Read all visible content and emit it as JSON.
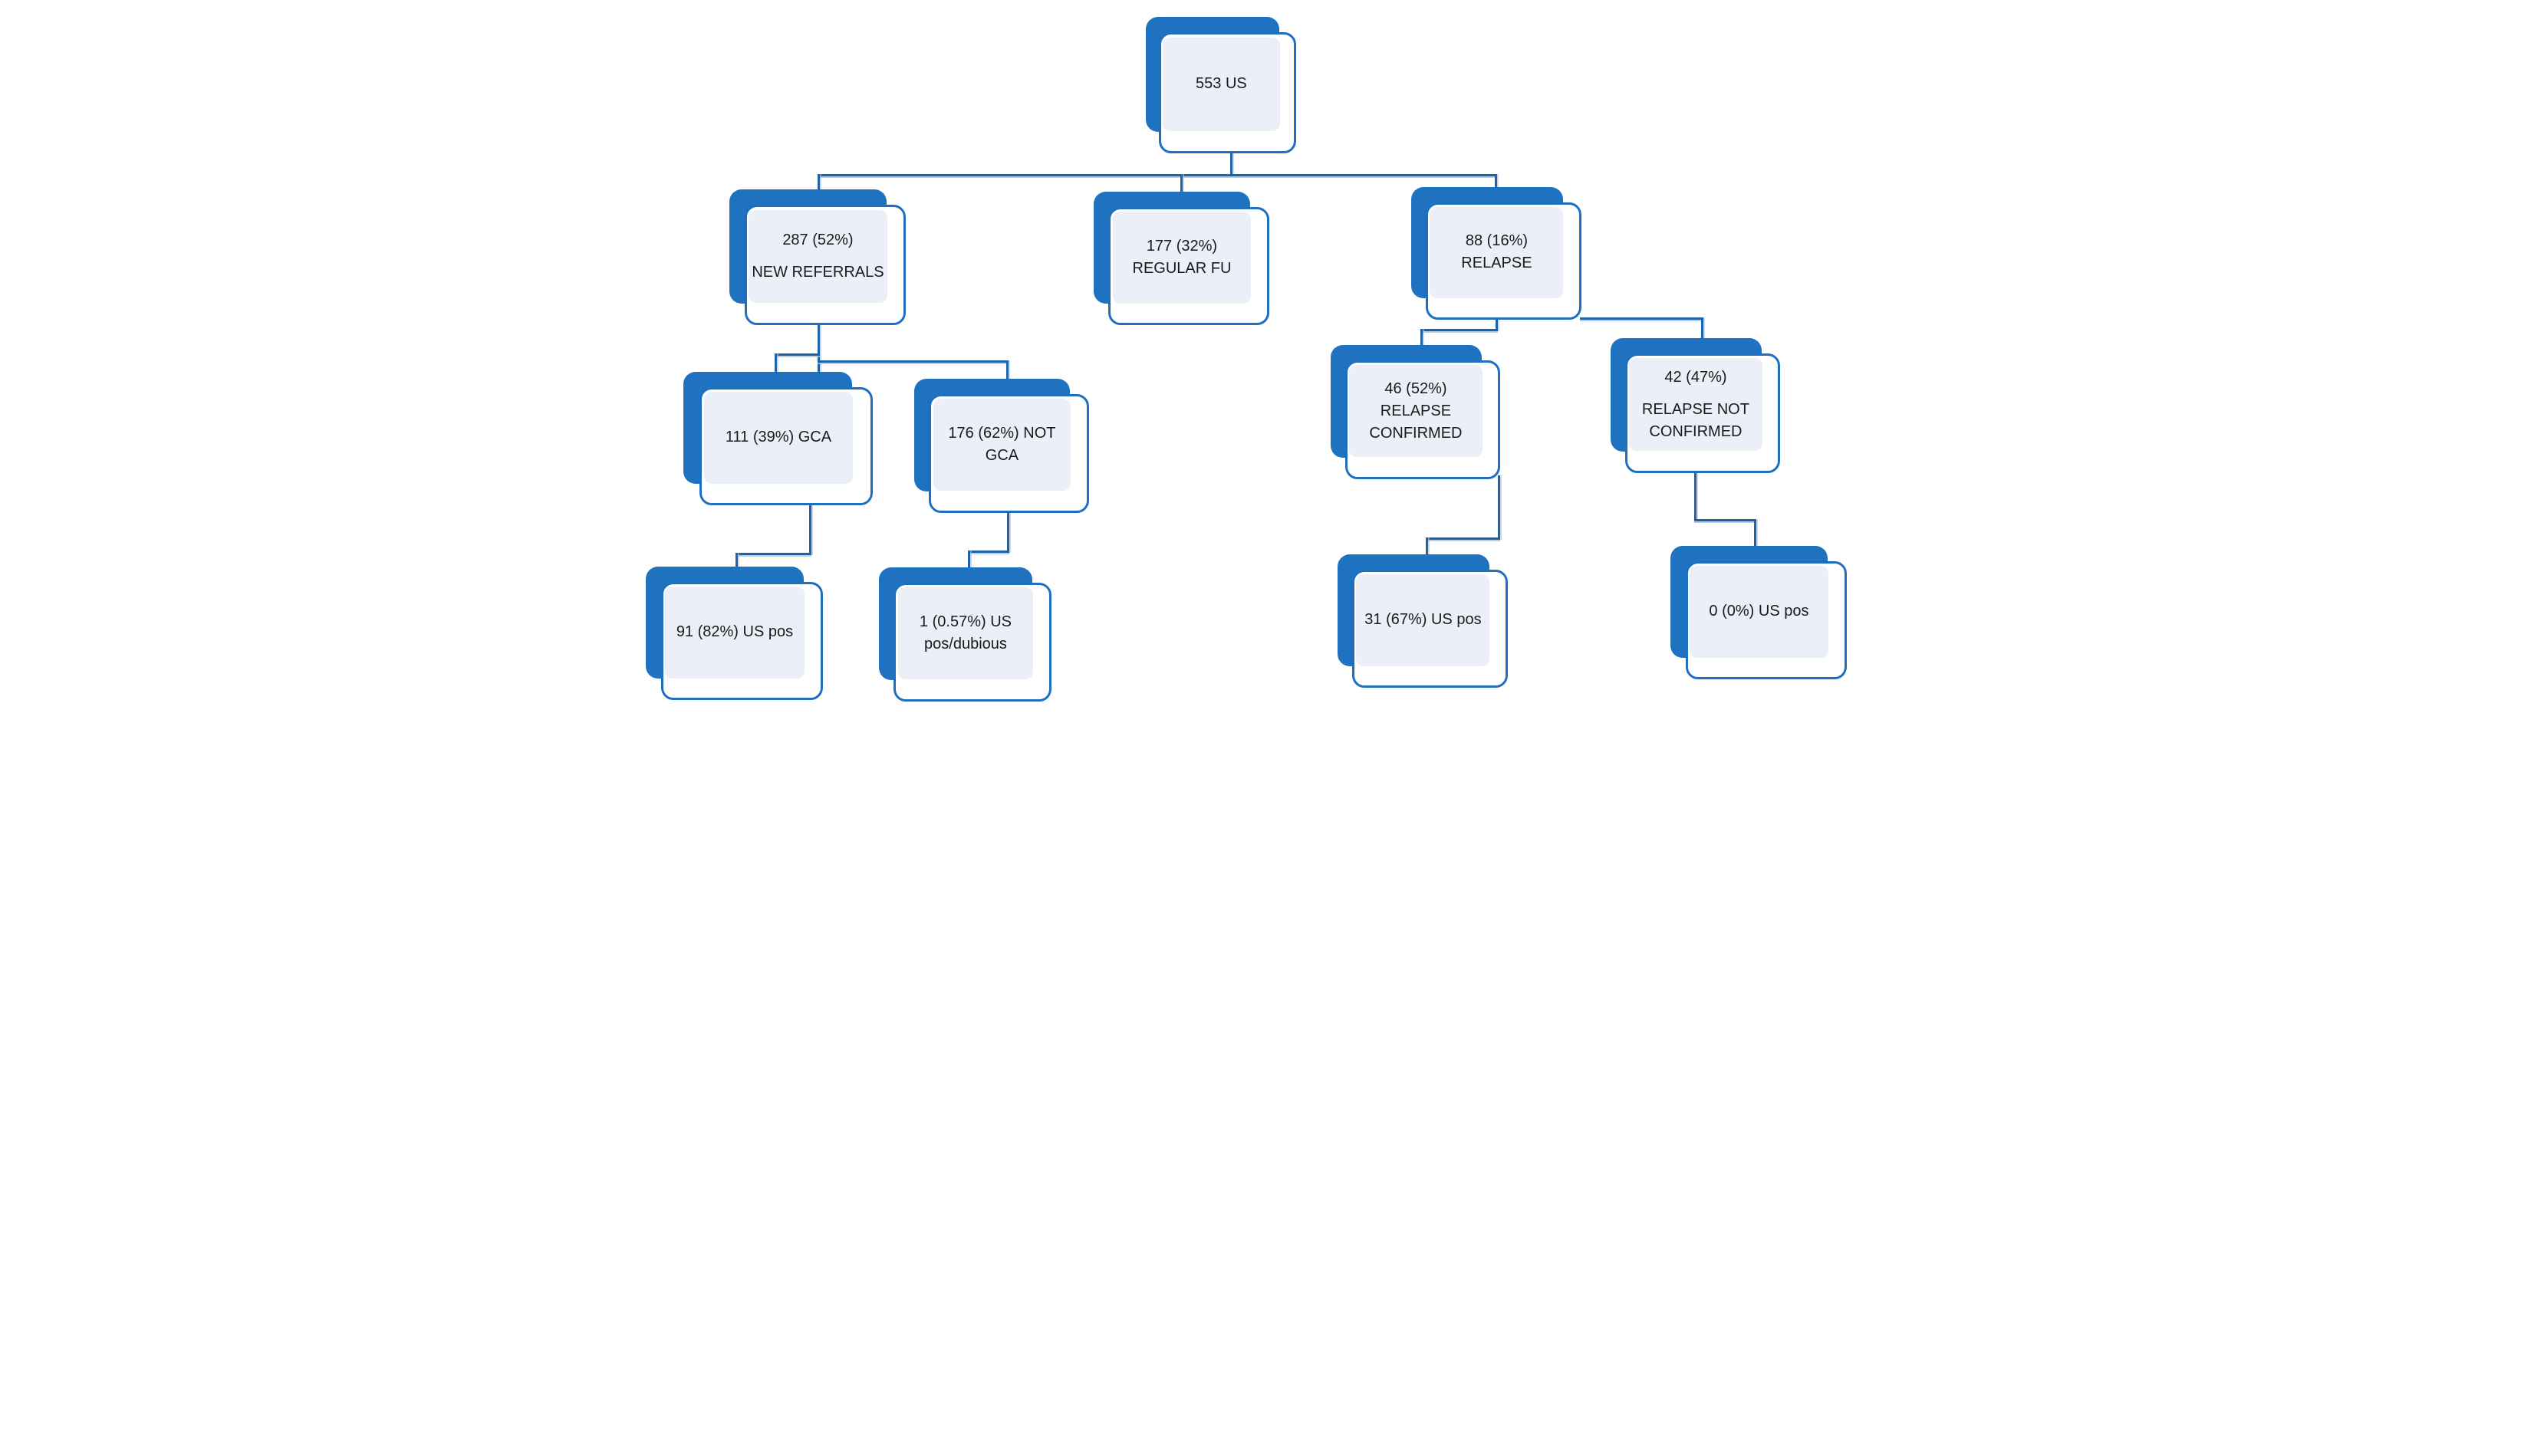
{
  "diagram": {
    "type": "flowchart",
    "description": "Hierarchy of 553 ultrasound (US) examinations split into new referrals, regular follow-up and relapse, with downstream US-positive results",
    "colors": {
      "node_blue": "#1F72C0",
      "node_border": "#1E6FBF",
      "node_fill": "#EAEFF8",
      "connector": "#1E62A8",
      "connector_light": "#9FBEDF",
      "text": "#1A1A1A",
      "background": "#FFFFFF"
    },
    "nodes": {
      "root": {
        "paragraphs": [
          "553 US"
        ]
      },
      "new_referrals": {
        "paragraphs": [
          "287 (52%)",
          "NEW REFERRALS"
        ]
      },
      "regular_fu": {
        "paragraphs": [
          "177 (32%) REGULAR FU"
        ]
      },
      "relapse": {
        "paragraphs": [
          "88 (16%) RELAPSE"
        ]
      },
      "gca": {
        "paragraphs": [
          "111 (39%) GCA"
        ]
      },
      "not_gca": {
        "paragraphs": [
          "176 (62%) NOT GCA"
        ]
      },
      "relapse_confirmed": {
        "paragraphs": [
          "46 (52%) RELAPSE CONFIRMED"
        ]
      },
      "relapse_not_confirmed": {
        "paragraphs": [
          "42 (47%)",
          "RELAPSE NOT CONFIRMED"
        ]
      },
      "us_pos_91": {
        "paragraphs": [
          "91 (82%) US pos"
        ]
      },
      "us_pos_dubious": {
        "paragraphs": [
          "1 (0.57%) US",
          "pos/dubious"
        ]
      },
      "us_pos_31": {
        "paragraphs": [
          "31 (67%) US pos"
        ]
      },
      "us_pos_0": {
        "paragraphs": [
          "0 (0%) US pos"
        ]
      }
    },
    "edges": [
      [
        "root",
        "new_referrals"
      ],
      [
        "root",
        "regular_fu"
      ],
      [
        "root",
        "relapse"
      ],
      [
        "new_referrals",
        "gca"
      ],
      [
        "new_referrals",
        "not_gca"
      ],
      [
        "gca",
        "us_pos_91"
      ],
      [
        "not_gca",
        "us_pos_dubious"
      ],
      [
        "relapse",
        "relapse_confirmed"
      ],
      [
        "relapse",
        "relapse_not_confirmed"
      ],
      [
        "relapse_confirmed",
        "us_pos_31"
      ],
      [
        "relapse_not_confirmed",
        "us_pos_0"
      ]
    ]
  }
}
